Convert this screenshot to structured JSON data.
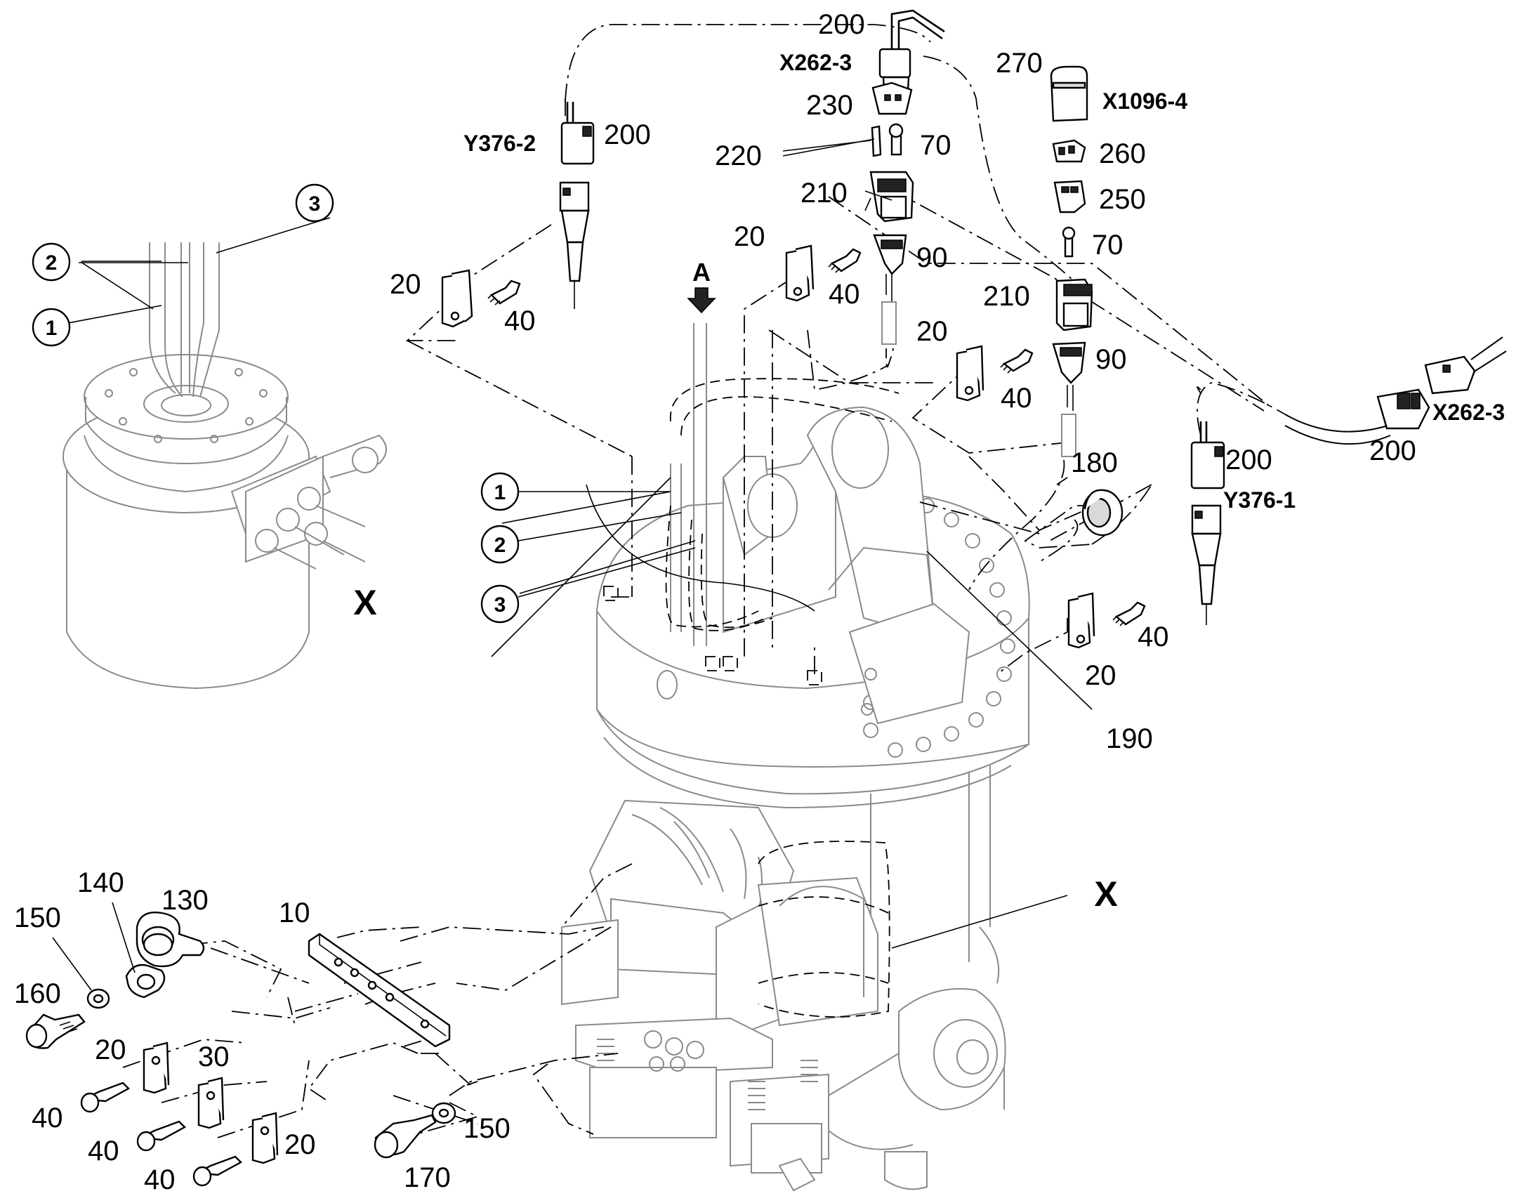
{
  "labels": {
    "view_a": "A",
    "view_x_detail": "X",
    "view_x_main": "X",
    "connectors": {
      "x262_3_top": "X262-3",
      "x262_3_right": "X262-3",
      "x1096_4": "X1096-4",
      "y376_2": "Y376-2",
      "y376_1": "Y376-1"
    },
    "callouts": {
      "detail": [
        "1",
        "2",
        "3"
      ],
      "main": [
        "1",
        "2",
        "3"
      ]
    },
    "parts": {
      "p200_top": "200",
      "p270": "270",
      "p230": "230",
      "p220": "220",
      "p70_top": "70",
      "p210_top": "210",
      "p260": "260",
      "p250": "250",
      "p70_mid": "70",
      "p200_y376_2": "200",
      "p20_left": "20",
      "p40_left": "40",
      "p20_mid": "20",
      "p40_mid": "40",
      "p90_top": "90",
      "p210_mid": "210",
      "p20_center": "20",
      "p40_center": "40",
      "p90_mid": "90",
      "p200_y376_1": "200",
      "p200_right": "200",
      "p180": "180",
      "p40_right": "40",
      "p20_right": "20",
      "p190": "190",
      "p10": "10",
      "p140": "140",
      "p130": "130",
      "p150_left": "150",
      "p160": "160",
      "p20_bl1": "20",
      "p30": "30",
      "p40_bl1": "40",
      "p40_bl2": "40",
      "p40_bl3": "40",
      "p20_bl2": "20",
      "p150_right": "150",
      "p170": "170"
    }
  }
}
